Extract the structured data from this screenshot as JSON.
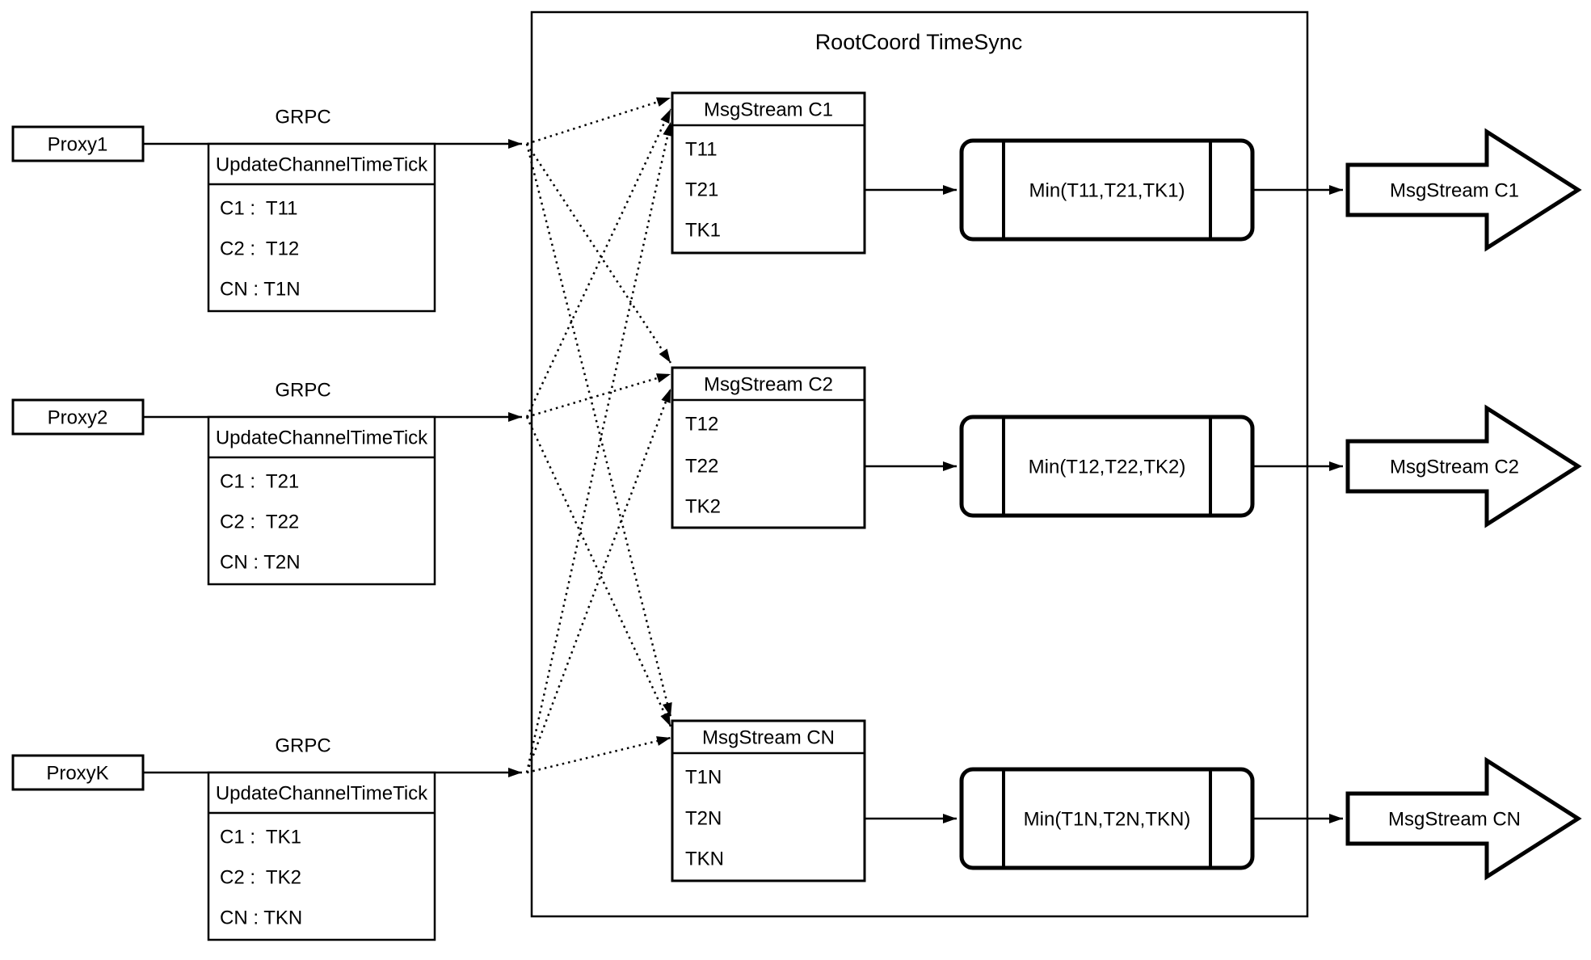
{
  "diagram": {
    "title": "RootCoord TimeSync",
    "grpc_label": "GRPC",
    "colors": {
      "stroke": "#000000",
      "background": "#ffffff"
    },
    "proxies": [
      {
        "name": "Proxy1",
        "table_header": "UpdateChannelTimeTick",
        "rows": [
          "C1 :  T11",
          "C2 :  T12",
          "CN : T1N"
        ]
      },
      {
        "name": "Proxy2",
        "table_header": "UpdateChannelTimeTick",
        "rows": [
          "C1 :  T21",
          "C2 :  T22",
          "CN : T2N"
        ]
      },
      {
        "name": "ProxyK",
        "table_header": "UpdateChannelTimeTick",
        "rows": [
          "C1 :  TK1",
          "C2 :  TK2",
          "CN : TKN"
        ]
      }
    ],
    "streams": [
      {
        "header": "MsgStream C1",
        "rows": [
          "T11",
          "T21",
          "TK1"
        ],
        "min_label": "Min(T11,T21,TK1)",
        "output_label": "MsgStream C1"
      },
      {
        "header": "MsgStream C2",
        "rows": [
          "T12",
          "T22",
          "TK2"
        ],
        "min_label": "Min(T12,T22,TK2)",
        "output_label": "MsgStream C2"
      },
      {
        "header": "MsgStream CN",
        "rows": [
          "T1N",
          "T2N",
          "TKN"
        ],
        "min_label": "Min(T1N,T2N,TKN)",
        "output_label": "MsgStream CN"
      }
    ]
  }
}
